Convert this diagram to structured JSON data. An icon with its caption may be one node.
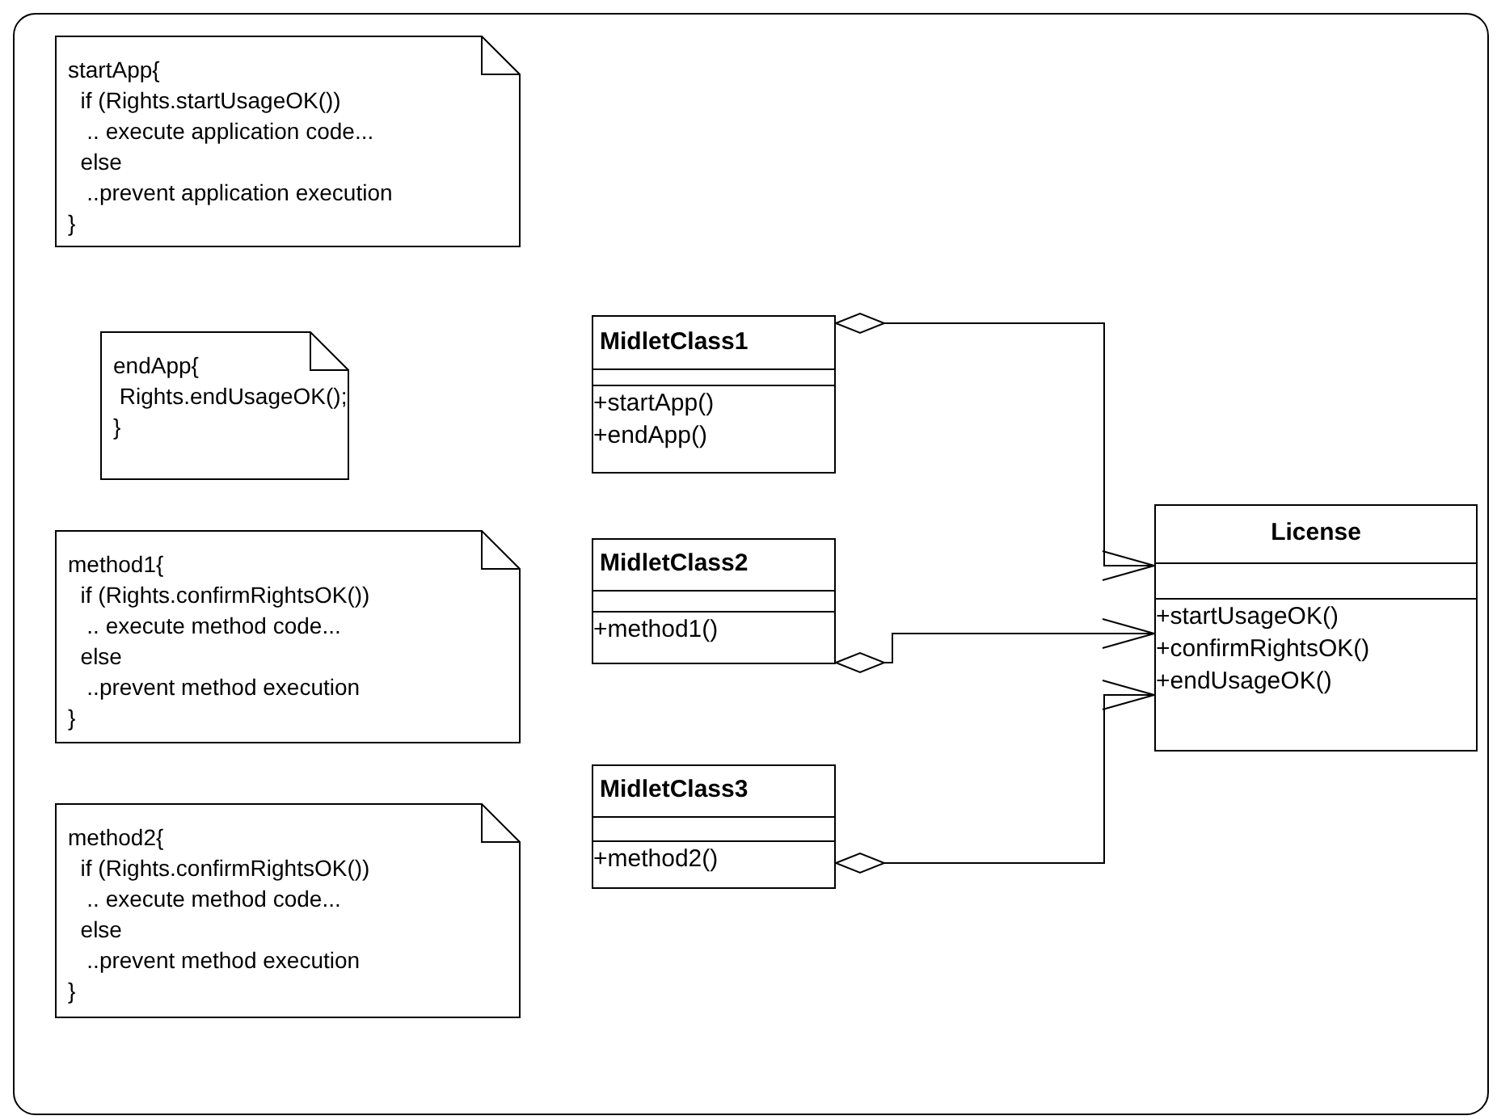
{
  "diagram": {
    "nodes": [
      {
        "text": [
          "startApp{",
          "  if (Rights.startUsageOK())",
          "   .. execute application code...",
          "  else",
          "   ..prevent application execution",
          "}"
        ]
      },
      {
        "text": [
          "endApp{",
          " Rights.endUsageOK();",
          "}"
        ]
      },
      {
        "text": [
          "method1{",
          "  if (Rights.confirmRightsOK())",
          "   .. execute method code...",
          "  else",
          "   ..prevent method execution",
          "}"
        ]
      },
      {
        "text": [
          "method2{",
          "  if (Rights.confirmRightsOK())",
          "   .. execute method code...",
          "  else",
          "   ..prevent method execution",
          "}"
        ]
      },
      {
        "text": [
          "MidletClass1",
          "+startApp()",
          "+endApp()"
        ]
      },
      {
        "text": [
          "MidletClass2",
          "+method1()"
        ]
      },
      {
        "text": [
          "MidletClass3",
          "+method2()"
        ]
      },
      {
        "text": [
          "License",
          "+startUsageOK()",
          "+confirmRightsOK()",
          "+endUsageOK()"
        ]
      }
    ],
    "edges": [
      {
        "from": 4,
        "to": 7,
        "arrow": "to"
      },
      {
        "from": 5,
        "to": 7,
        "arrow": "to"
      },
      {
        "from": 6,
        "to": 7,
        "arrow": "to"
      }
    ]
  }
}
